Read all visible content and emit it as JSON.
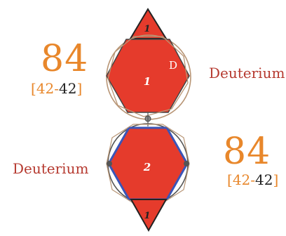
{
  "colors": {
    "accent_orange": "#e8872b",
    "label_red": "#b63a30",
    "fill_red": "#e53b2c",
    "outline_blue": "#3a55b8",
    "outline_tan": "#b89575",
    "outline_gray": "#555555",
    "dark": "#222222"
  },
  "upper": {
    "value": "84",
    "range_low": "42",
    "range_sep": "-",
    "range_high": "42",
    "range_open": "[",
    "range_close": "]",
    "label": "Deuterium",
    "hex_number": "1",
    "vertex_letter": "D",
    "triangle_number": "1"
  },
  "lower": {
    "value": "84",
    "range_low": "42",
    "range_sep": "-",
    "range_high": "42",
    "range_open": "[",
    "range_close": "]",
    "label": "Deuterium",
    "hex_number": "2",
    "triangle_number": "1"
  }
}
